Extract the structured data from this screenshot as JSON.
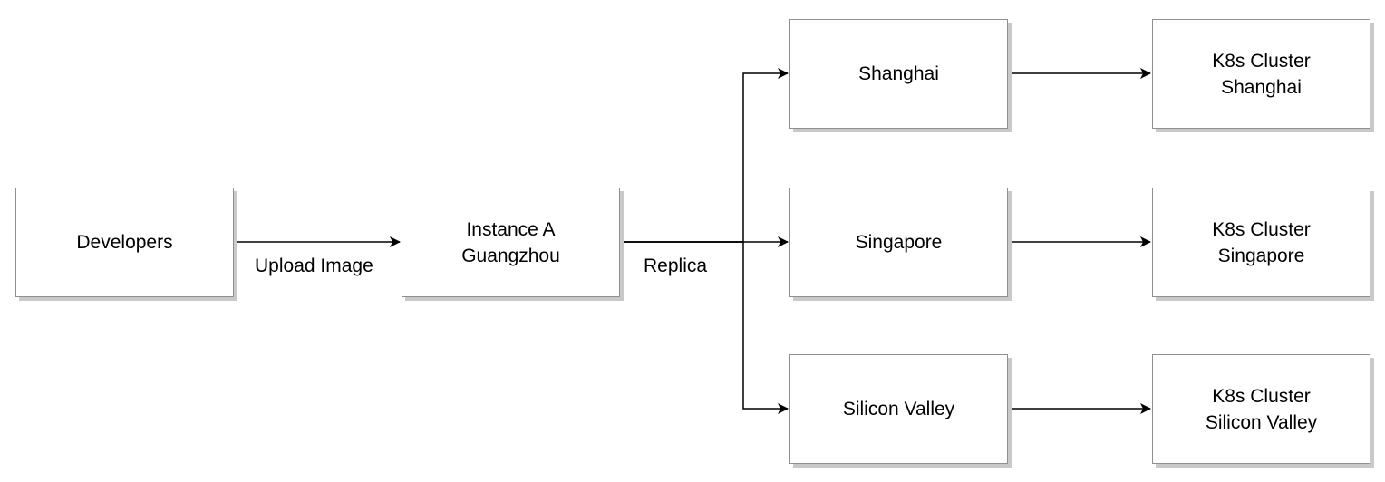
{
  "nodes": {
    "developers": "Developers",
    "instance_a": "Instance A\nGuangzhou",
    "shanghai": "Shanghai",
    "singapore": "Singapore",
    "silicon_valley": "Silicon Valley",
    "k8s_shanghai": "K8s Cluster\nShanghai",
    "k8s_singapore": "K8s Cluster\nSingapore",
    "k8s_silicon_valley": "K8s Cluster\nSilicon Valley"
  },
  "edges": {
    "upload_label": "Upload Image",
    "replica_label": "Replica"
  },
  "colors": {
    "border": "#8f8f8f",
    "shadow": "#c9c9c9",
    "line": "#000000"
  }
}
